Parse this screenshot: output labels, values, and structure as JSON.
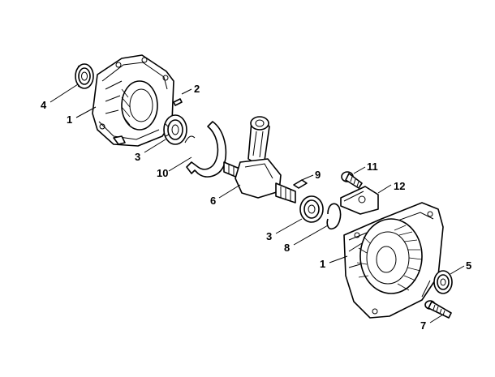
{
  "callouts": [
    {
      "id": "4",
      "label": "4"
    },
    {
      "id": "1a",
      "label": "1"
    },
    {
      "id": "2",
      "label": "2"
    },
    {
      "id": "3a",
      "label": "3"
    },
    {
      "id": "10",
      "label": "10"
    },
    {
      "id": "6",
      "label": "6"
    },
    {
      "id": "9",
      "label": "9"
    },
    {
      "id": "11",
      "label": "11"
    },
    {
      "id": "12",
      "label": "12"
    },
    {
      "id": "3b",
      "label": "3"
    },
    {
      "id": "8",
      "label": "8"
    },
    {
      "id": "1b",
      "label": "1"
    },
    {
      "id": "5",
      "label": "5"
    },
    {
      "id": "7",
      "label": "7"
    }
  ]
}
